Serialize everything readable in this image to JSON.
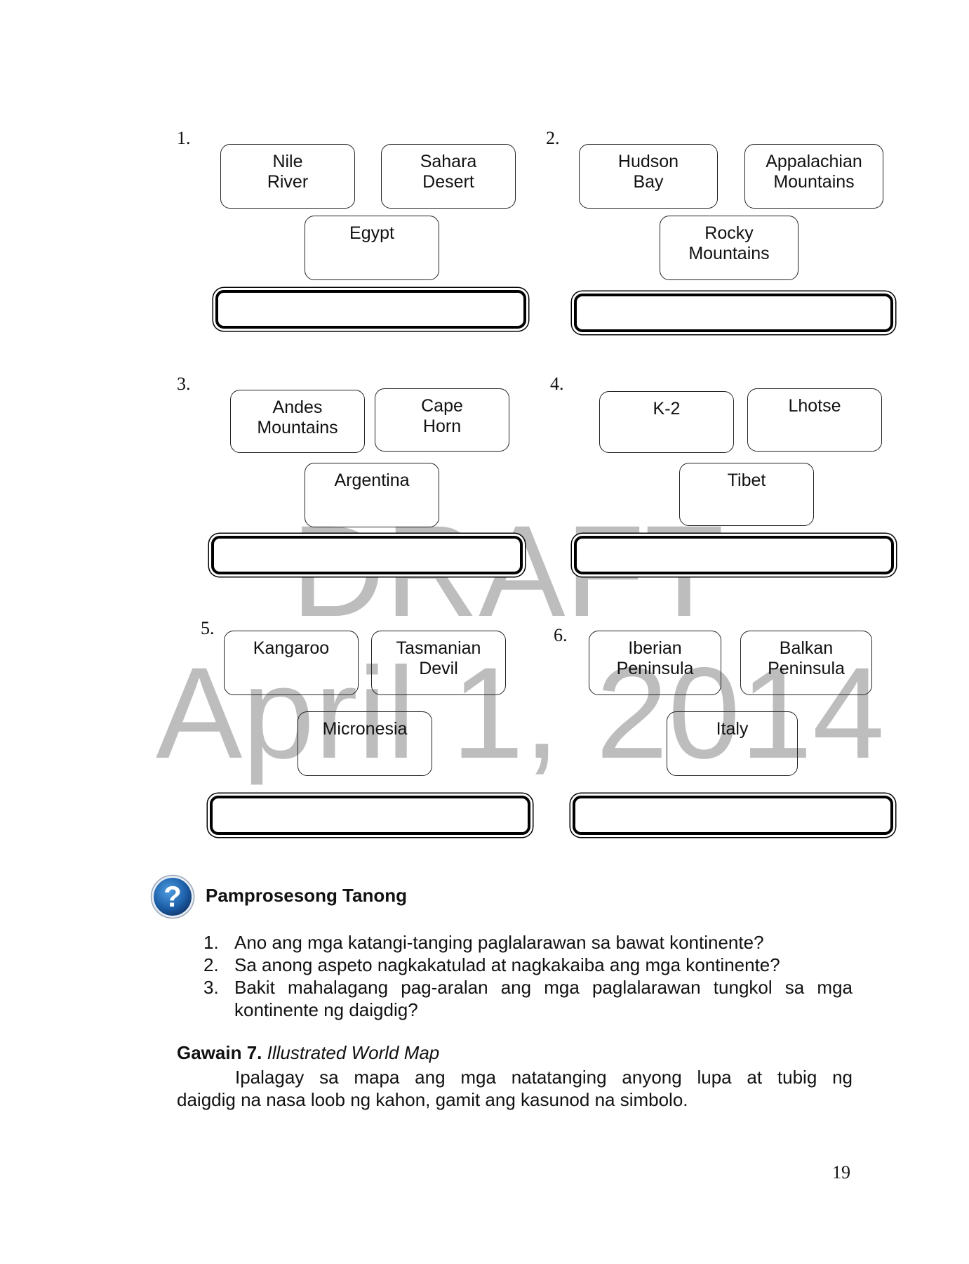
{
  "watermark": {
    "line1": "DRAFT",
    "line2": "April 1, 2014"
  },
  "groups": [
    {
      "number": "1.",
      "items": [
        [
          "Nile",
          "River"
        ],
        [
          "Sahara",
          "Desert"
        ],
        [
          "Egypt"
        ]
      ]
    },
    {
      "number": "2.",
      "items": [
        [
          "Hudson",
          "Bay"
        ],
        [
          "Appalachian",
          "Mountains"
        ],
        [
          "Rocky",
          "Mountains"
        ]
      ]
    },
    {
      "number": "3.",
      "items": [
        [
          "Andes",
          "Mountains"
        ],
        [
          "Cape",
          "Horn"
        ],
        [
          "Argentina"
        ]
      ]
    },
    {
      "number": "4.",
      "items": [
        [
          "K-2"
        ],
        [
          "Lhotse"
        ],
        [
          "Tibet"
        ]
      ]
    },
    {
      "number": "5.",
      "items": [
        [
          "Kangaroo"
        ],
        [
          "Tasmanian",
          "Devil"
        ],
        [
          "Micronesia"
        ]
      ]
    },
    {
      "number": "6.",
      "items": [
        [
          "Iberian",
          "Peninsula"
        ],
        [
          "Balkan",
          "Peninsula"
        ],
        [
          "Italy"
        ]
      ]
    }
  ],
  "icon": "question-mark-icon",
  "colors": {
    "icon_blue": "#1c5fa8",
    "watermark": "#bdbdbd"
  },
  "processing_questions": {
    "heading": "Pamprosesong Tanong",
    "items": [
      {
        "number": "1.",
        "text": "Ano ang mga katangi-tanging paglalarawan sa bawat kontinente?"
      },
      {
        "number": "2.",
        "text": "Sa anong aspeto nagkakatulad at nagkakaiba ang mga kontinente?"
      },
      {
        "number": "3.",
        "text": "Bakit mahalagang pag-aralan ang mga paglalarawan tungkol sa mga kontinente ng daigdig?"
      }
    ]
  },
  "activity": {
    "label": "Gawain 7.",
    "title": "Illustrated World Map",
    "instruction_line1": "Ipalagay sa mapa ang mga natatanging anyong lupa at tubig ng",
    "instruction_line2": "daigdig na nasa loob ng kahon, gamit ang kasunod na simbolo."
  },
  "page_number": "19"
}
